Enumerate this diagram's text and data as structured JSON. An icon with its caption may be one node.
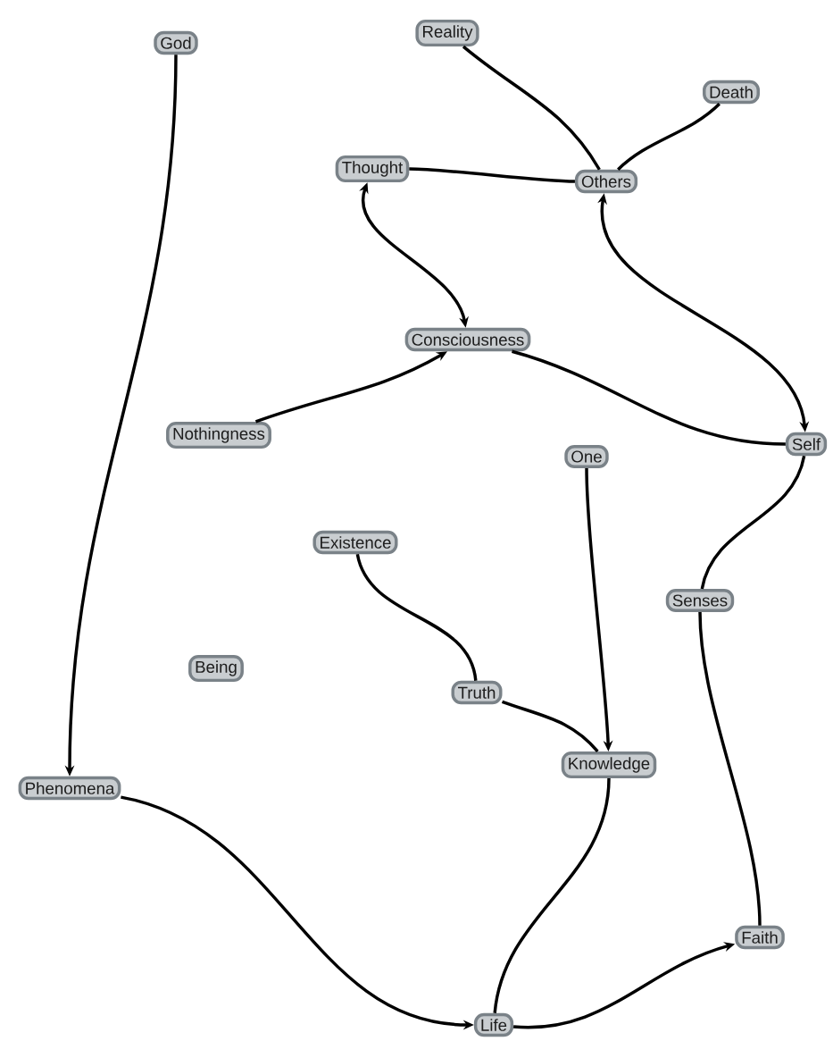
{
  "diagram": {
    "nodes": [
      {
        "text": [
          "God"
        ]
      },
      {
        "text": [
          "Reality"
        ]
      },
      {
        "text": [
          "Death"
        ]
      },
      {
        "text": [
          "Thought"
        ]
      },
      {
        "text": [
          "Others"
        ]
      },
      {
        "text": [
          "Consciousness"
        ]
      },
      {
        "text": [
          "Nothingness"
        ]
      },
      {
        "text": [
          "Self"
        ]
      },
      {
        "text": [
          "One"
        ]
      },
      {
        "text": [
          "Existence"
        ]
      },
      {
        "text": [
          "Senses"
        ]
      },
      {
        "text": [
          "Being"
        ]
      },
      {
        "text": [
          "Truth"
        ]
      },
      {
        "text": [
          "Knowledge"
        ]
      },
      {
        "text": [
          "Phenomena"
        ]
      },
      {
        "text": [
          "Faith"
        ]
      },
      {
        "text": [
          "Life"
        ]
      }
    ],
    "edges": [
      {
        "from": 0,
        "to": 14,
        "arrow": "to"
      },
      {
        "from": 1,
        "to": 4,
        "arrow": "none"
      },
      {
        "from": 2,
        "to": 4,
        "arrow": "none"
      },
      {
        "from": 3,
        "to": 4,
        "arrow": "none"
      },
      {
        "from": 3,
        "to": 5,
        "arrow": "both"
      },
      {
        "from": 4,
        "to": 7,
        "arrow": "both"
      },
      {
        "from": 6,
        "to": 5,
        "arrow": "to"
      },
      {
        "from": 5,
        "to": 7,
        "arrow": "none"
      },
      {
        "from": 7,
        "to": 10,
        "arrow": "none"
      },
      {
        "from": 8,
        "to": 13,
        "arrow": "to"
      },
      {
        "from": 9,
        "to": 12,
        "arrow": "none"
      },
      {
        "from": 12,
        "to": 13,
        "arrow": "none"
      },
      {
        "from": 10,
        "to": 15,
        "arrow": "none"
      },
      {
        "from": 14,
        "to": 16,
        "arrow": "to"
      },
      {
        "from": 13,
        "to": 16,
        "arrow": "none"
      },
      {
        "from": 16,
        "to": 15,
        "arrow": "to"
      }
    ]
  }
}
